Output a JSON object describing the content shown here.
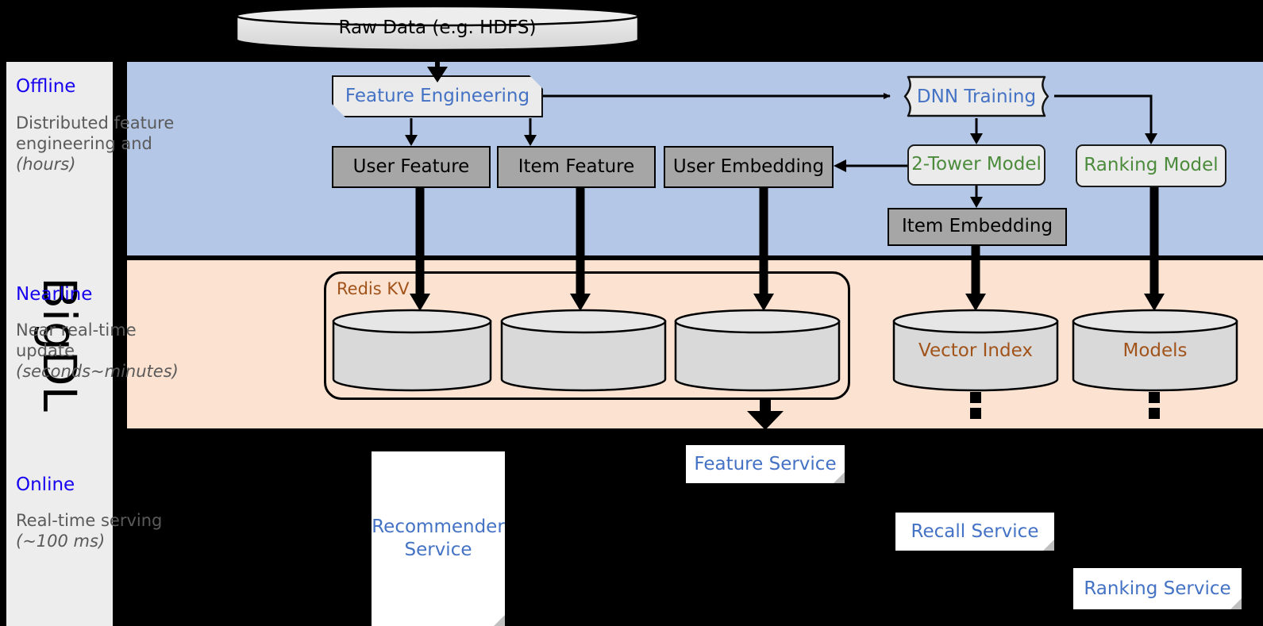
{
  "framework": {
    "name": "BigDL"
  },
  "source": {
    "label": "Raw Data (e.g. HDFS)"
  },
  "bands": [
    {
      "id": "offline",
      "title": "Offline",
      "description": "Distributed feature engineering and ",
      "description_italic": "(hours)",
      "background": "#b4c7e7",
      "title_color": "#1600f0"
    },
    {
      "id": "nearline",
      "title": "Nearline",
      "description": "Near real-time update ",
      "description_italic": "(seconds~minutes)",
      "background": "#fbe2d1",
      "title_color": "#1600f0"
    },
    {
      "id": "online",
      "title": "Online",
      "description": "Real-time serving ",
      "description_italic": "(~100 ms)",
      "background": "#000000",
      "title_color": "#1600f0"
    }
  ],
  "offline": {
    "feature_engineering": {
      "label": "Feature Engineering",
      "text_color": "#4472c4"
    },
    "dnn_training": {
      "label": "DNN Training",
      "text_color": "#4472c4"
    },
    "user_feature": {
      "label": "User Feature"
    },
    "item_feature": {
      "label": "Item Feature"
    },
    "user_embedding": {
      "label": "User Embedding"
    },
    "item_embedding": {
      "label": "Item Embedding"
    },
    "two_tower_model": {
      "label": "2-Tower Model",
      "text_color": "#4b8b3b"
    },
    "ranking_model": {
      "label": "Ranking Model",
      "text_color": "#4b8b3b"
    }
  },
  "nearline": {
    "redis_group": {
      "label": "Redis KV",
      "label_color": "#a1531a"
    },
    "stores": [
      {
        "label": ""
      },
      {
        "label": ""
      },
      {
        "label": ""
      }
    ],
    "vector_index": {
      "label": "Vector Index",
      "text_color": "#a1531a"
    },
    "models": {
      "label": "Models",
      "text_color": "#a1531a"
    }
  },
  "online": {
    "recommender_service": {
      "label": "Recommender Service"
    },
    "feature_service": {
      "label": "Feature Service"
    },
    "recall_service": {
      "label": "Recall Service"
    },
    "ranking_service": {
      "label": "Ranking Service"
    }
  },
  "colors": {
    "offline_band": "#b4c7e7",
    "nearline_band": "#fbe2d1",
    "online_band": "#000000",
    "gray_node": "#a6a6a6",
    "model_node": "#ebebeb",
    "cylinder": "#d9d9d9",
    "accent_blue": "#4472c4",
    "accent_green": "#4b8b3b",
    "accent_brown": "#a1531a",
    "title_blue": "#1600f0"
  }
}
